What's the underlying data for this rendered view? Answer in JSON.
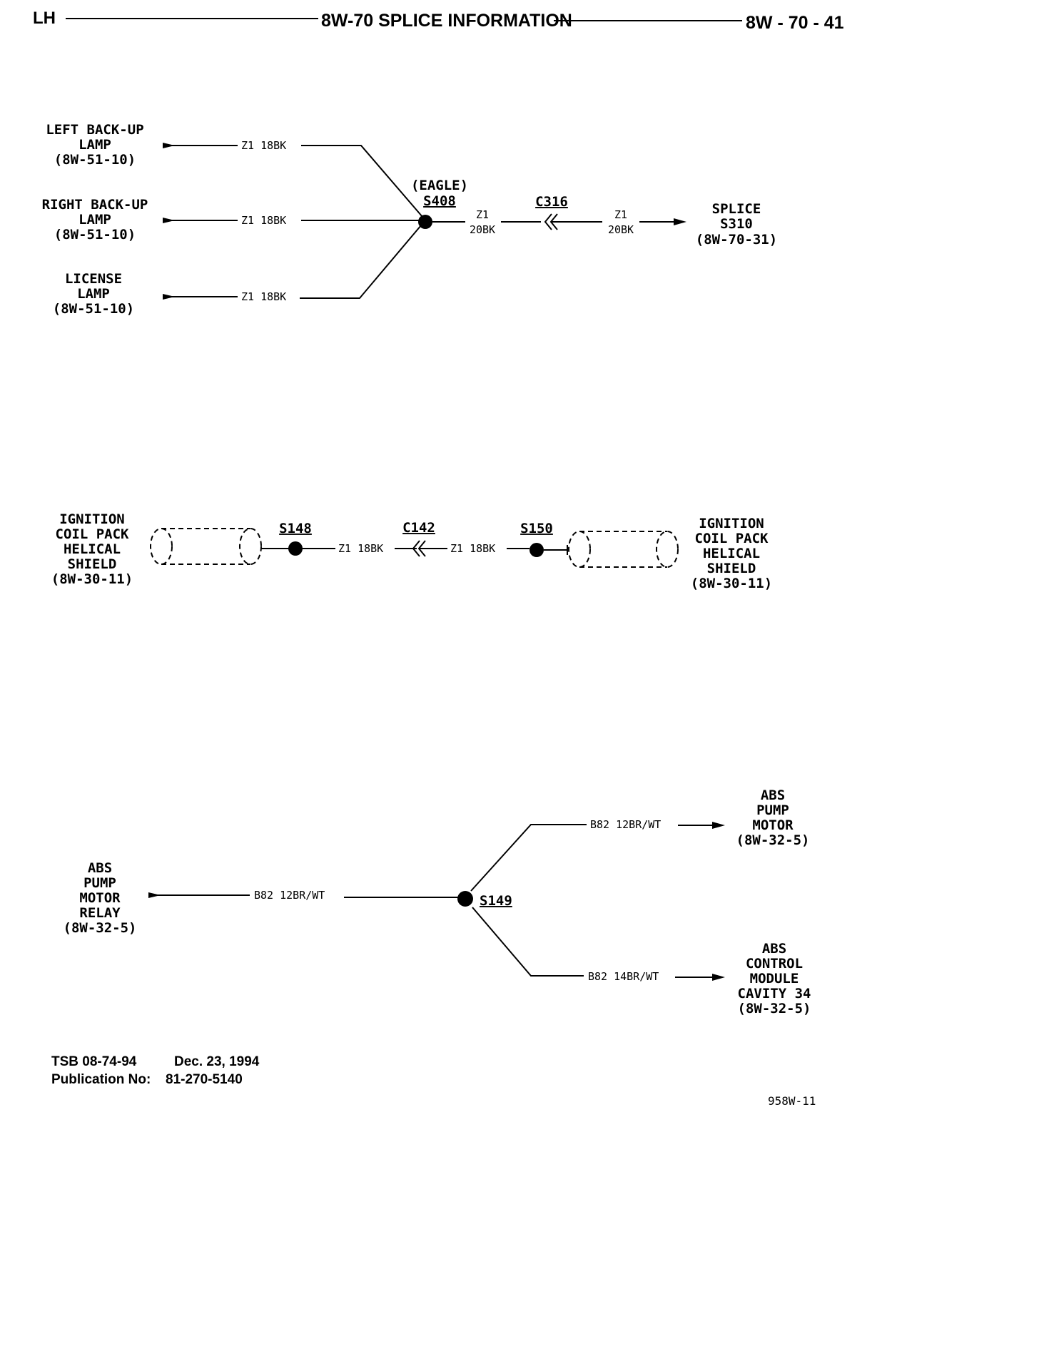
{
  "header": {
    "left": "LH",
    "title": "8W-70  SPLICE INFORMATION",
    "page_number": "8W - 70 - 41"
  },
  "diagram1": {
    "sources": [
      {
        "lines": [
          "LEFT BACK-UP",
          "LAMP",
          "(8W-51-10)"
        ],
        "wire": "Z1  18BK"
      },
      {
        "lines": [
          "RIGHT BACK-UP",
          "LAMP",
          "(8W-51-10)"
        ],
        "wire": "Z1  18BK"
      },
      {
        "lines": [
          "LICENSE",
          "LAMP",
          "(8W-51-10)"
        ],
        "wire": "Z1  18BK"
      }
    ],
    "splice_note": "(EAGLE)",
    "splice": "S408",
    "connector": "C316",
    "wire_left": [
      "Z1",
      "20BK"
    ],
    "wire_right": [
      "Z1",
      "20BK"
    ],
    "dest": [
      "SPLICE",
      "S310",
      "(8W-70-31)"
    ]
  },
  "diagram2": {
    "left_label": [
      "IGNITION",
      "COIL PACK",
      "HELICAL",
      "SHIELD",
      "(8W-30-11)"
    ],
    "right_label": [
      "IGNITION",
      "COIL PACK",
      "HELICAL",
      "SHIELD",
      "(8W-30-11)"
    ],
    "splice_left": "S148",
    "connector": "C142",
    "splice_right": "S150",
    "wire_left": "Z1  18BK",
    "wire_right": "Z1  18BK"
  },
  "diagram3": {
    "source": [
      "ABS",
      "PUMP",
      "MOTOR",
      "RELAY",
      "(8W-32-5)"
    ],
    "source_wire": "B82  12BR/WT",
    "splice": "S149",
    "upper_wire": "B82  12BR/WT",
    "upper_dest": [
      "ABS",
      "PUMP",
      "MOTOR",
      "(8W-32-5)"
    ],
    "lower_wire": "B82  14BR/WT",
    "lower_dest": [
      "ABS",
      "CONTROL",
      "MODULE",
      "CAVITY 34",
      "(8W-32-5)"
    ]
  },
  "footer": {
    "tsb": "TSB 08-74-94",
    "date": "Dec. 23, 1994",
    "pub_label": "Publication No:",
    "pub_number": "81-270-5140",
    "figure_id": "958W-11"
  }
}
